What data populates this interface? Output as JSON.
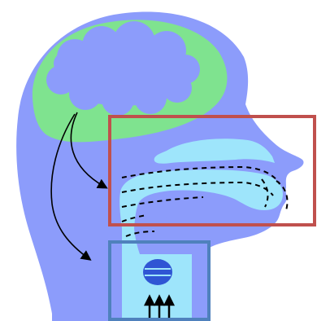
{
  "diagram": {
    "subject": "speech-production",
    "regions": [
      {
        "id": "vocal-tract",
        "frame_color": "#c0504d"
      },
      {
        "id": "larynx",
        "frame_color": "#4f81bd"
      }
    ],
    "colors": {
      "head": "#8c9cfb",
      "brain": "#7fe38f",
      "thought": "#8c9cfb",
      "airway": "#9ee5fb",
      "vocal_folds": "#2f55d4",
      "arrows": "#000000"
    },
    "airflow_arrow_count": 3
  }
}
